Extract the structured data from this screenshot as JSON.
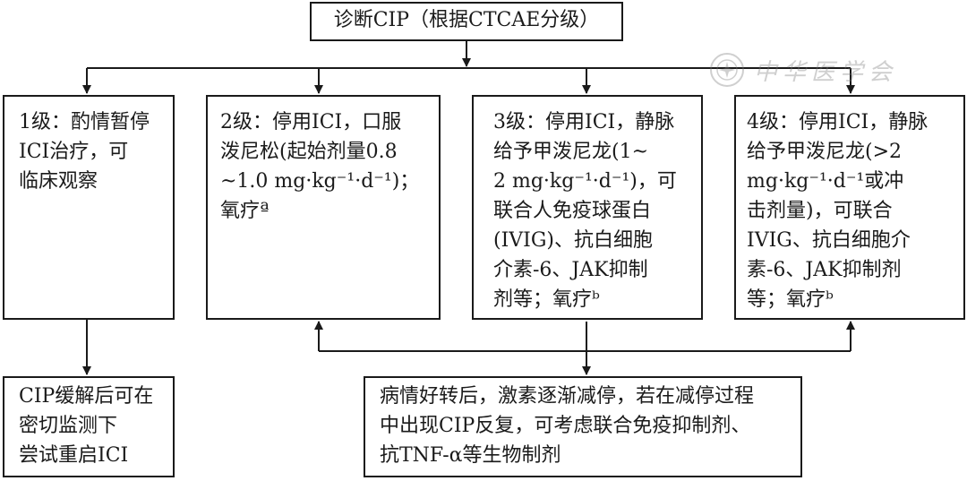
{
  "diagnosis": "诊断CIP（根据CTCAE分级）",
  "grades": {
    "g1": [
      "1级：酌情暂停",
      "ICI治疗，可",
      "临床观察"
    ],
    "g2": [
      "2级：停用ICI，口服",
      "泼尼松(起始剂量0.8",
      "~1.0 mg·kg⁻¹·d⁻¹)；",
      "氧疗ª"
    ],
    "g3": [
      "3级：停用ICI，静脉",
      "给予甲泼尼龙(1~",
      "2 mg·kg⁻¹·d⁻¹)，可",
      "联合人免疫球蛋白",
      "(IVIG)、抗白细胞",
      "介素-6、JAK抑制",
      "剂等；氧疗ᵇ"
    ],
    "g4": [
      "4级：停用ICI，静脉",
      "给予甲泼尼龙(>2",
      "mg·kg⁻¹·d⁻¹或冲",
      "击剂量)，可联合",
      "IVIG、抗白细胞介",
      "素-6、JAK抑制剂",
      "等；氧疗ᵇ"
    ]
  },
  "restart": [
    "CIP缓解后可在",
    "密切监测下",
    "尝试重启ICI"
  ],
  "taper": [
    "病情好转后，激素逐渐减停，若在减停过程",
    "中出现CIP反复，可考虑联合免疫抑制剂、",
    "抗TNF-α等生物制剂"
  ],
  "watermark": "中华医学会"
}
